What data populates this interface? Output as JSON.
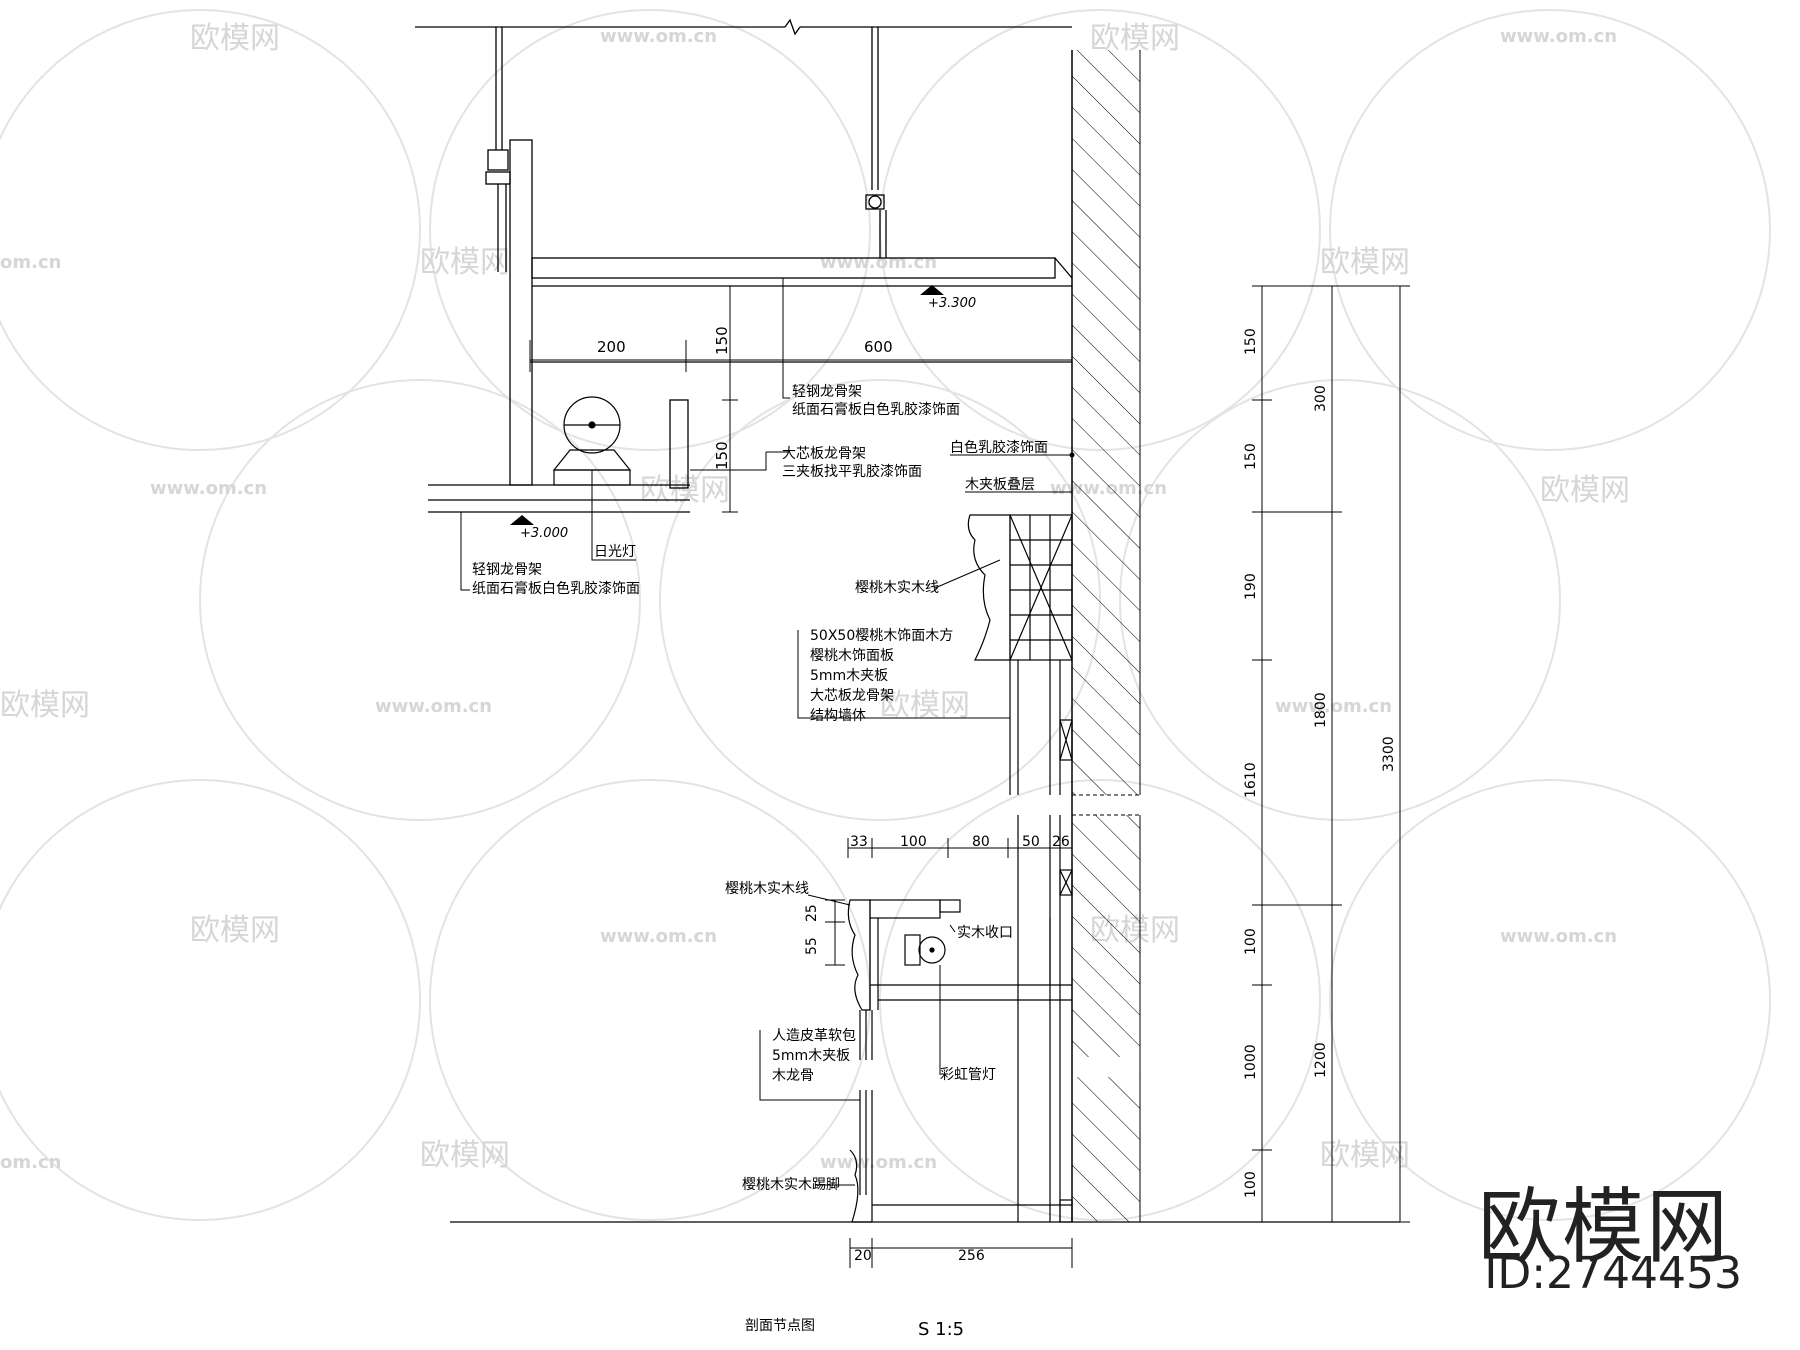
{
  "watermark": {
    "brand": "欧模网",
    "id": "ID:2744453",
    "url": "www.om.cn",
    "url_short": "om.cn"
  },
  "elevations": {
    "ceiling_high": "+3.300",
    "ceiling_low": "+3.000"
  },
  "dims_top": {
    "d200": "200",
    "d600": "600",
    "d150a": "150",
    "d150b": "150"
  },
  "dims_right": {
    "r150a": "150",
    "r150b": "150",
    "r190": "190",
    "r1610": "1610",
    "r100a": "100",
    "r1000": "1000",
    "r100b": "100",
    "r300": "300",
    "r1800": "1800",
    "r1200": "1200",
    "r3300": "3300"
  },
  "dims_mid": {
    "d33": "33",
    "d100": "100",
    "d80": "80",
    "d50": "50",
    "d26": "26",
    "d25": "25",
    "d55": "55"
  },
  "dims_bottom": {
    "d20": "20",
    "d256": "256"
  },
  "labels": {
    "ceil_a1": "轻钢龙骨架",
    "ceil_a2": "纸面石膏板白色乳胶漆饰面",
    "ceil_b1": "大芯板龙骨架",
    "ceil_b2": "三夹板找平乳胶漆饰面",
    "lamp": "日光灯",
    "ceil_c1": "轻钢龙骨架",
    "ceil_c2": "纸面石膏板白色乳胶漆饰面",
    "white_paint": "白色乳胶漆饰面",
    "plywood_layers": "木夹板叠层",
    "cherry_line_top": "樱桃木实木线",
    "layer1": "50X50樱桃木饰面木方",
    "layer2": "樱桃木饰面板",
    "layer3": "5mm木夹板",
    "layer4": "大芯板龙骨架",
    "layer5": "结构墙体",
    "cherry_line_mid": "樱桃木实木线",
    "solid_edge": "实木收口",
    "neon": "彩虹管灯",
    "soft1": "人造皮革软包",
    "soft2": "5mm木夹板",
    "soft3": "木龙骨",
    "skirting": "樱桃木实木踢脚"
  },
  "title": {
    "name": "剖面节点图",
    "scale": "S 1:5"
  }
}
